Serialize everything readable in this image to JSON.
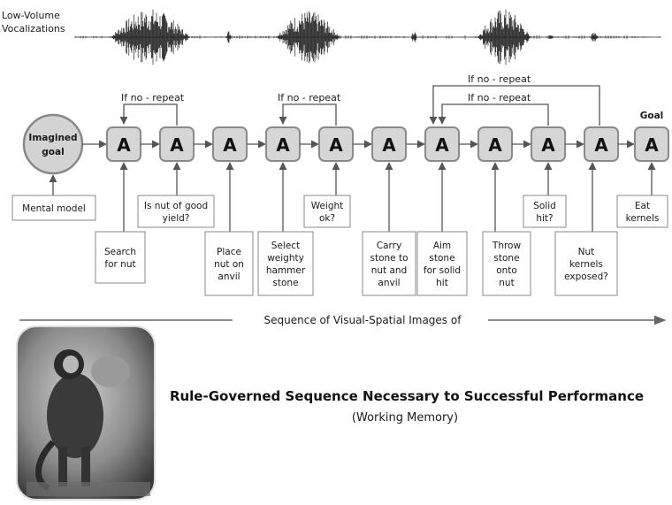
{
  "waveform_label_line1": "Low-Volume",
  "waveform_label_line2": "Vocalizations",
  "start_node": {
    "line1": "Imagined",
    "line2": "goal"
  },
  "node_letter": "A",
  "goal_label": "Goal",
  "mental_model": "Mental model",
  "repeat_labels": {
    "first": "If no - repeat",
    "second": "If no - repeat",
    "outer": "If no - repeat",
    "inner": "If no - repeat"
  },
  "action_boxes": [
    [
      "Search",
      "for nut"
    ],
    [
      "Place",
      "nut on",
      "anvil"
    ],
    [
      "Select",
      "weighty",
      "hammer",
      "stone"
    ],
    [
      "Carry",
      "stone to",
      "nut and",
      "anvil"
    ],
    [
      "Aim",
      "stone",
      "for solid",
      "hit"
    ],
    [
      "Throw",
      "stone",
      "onto",
      "nut"
    ],
    [
      "Nut",
      "kernels",
      "exposed?"
    ]
  ],
  "check_boxes": [
    [
      "Is nut of good",
      "yield?"
    ],
    [
      "Weight",
      "ok?"
    ],
    [
      "Solid",
      "hit?"
    ],
    [
      "Eat",
      "kernels"
    ]
  ],
  "sequence_label": "Sequence of Visual-Spatial Images of",
  "title": "Rule-Governed Sequence Necessary to Successful Performance",
  "subtitle": "(Working Memory)",
  "photo_description_icon": "monkey-with-stone-photo"
}
